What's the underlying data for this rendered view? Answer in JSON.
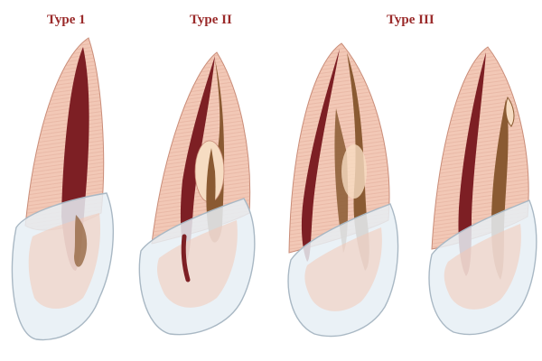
{
  "labels": {
    "type_1": "Type 1",
    "type_2": "Type II",
    "type_3": "Type III"
  },
  "colors": {
    "dentin": "#f2c8b6",
    "dentin_line": "#d89c88",
    "pulp": "#7d1f24",
    "pulp_brown": "#8a5a32",
    "enamel": "#e6eef4",
    "enamel_line": "#a9b8c4",
    "label": "#9a2a2a"
  }
}
